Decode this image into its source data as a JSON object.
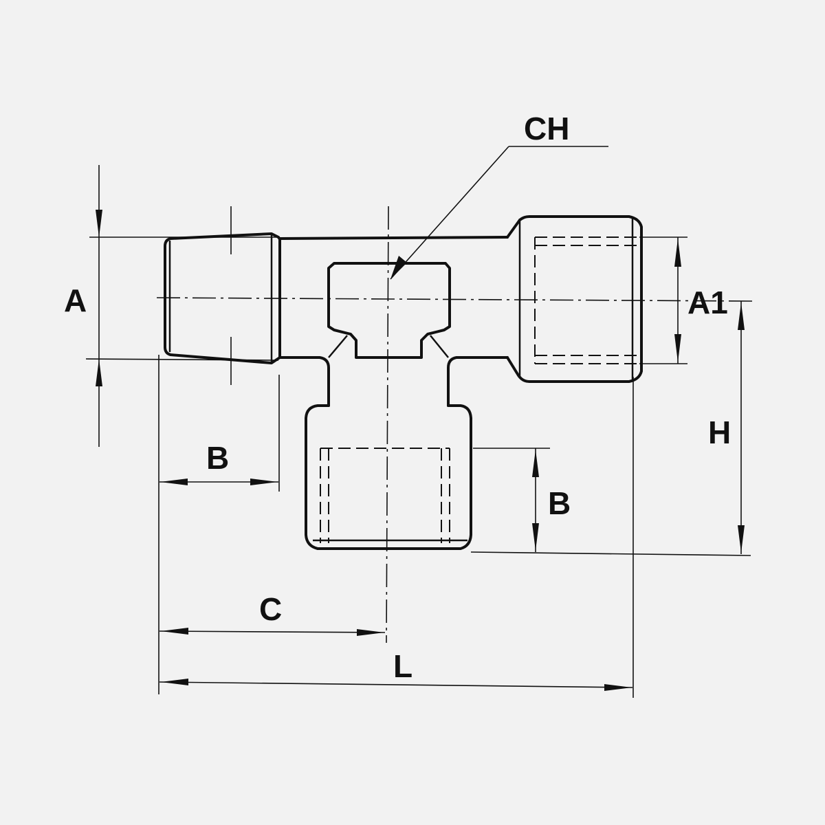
{
  "labels": {
    "ch": "CH",
    "a": "A",
    "a1": "A1",
    "b_horizontal": "B",
    "b_vertical": "B",
    "h": "H",
    "c": "C",
    "l": "L"
  }
}
